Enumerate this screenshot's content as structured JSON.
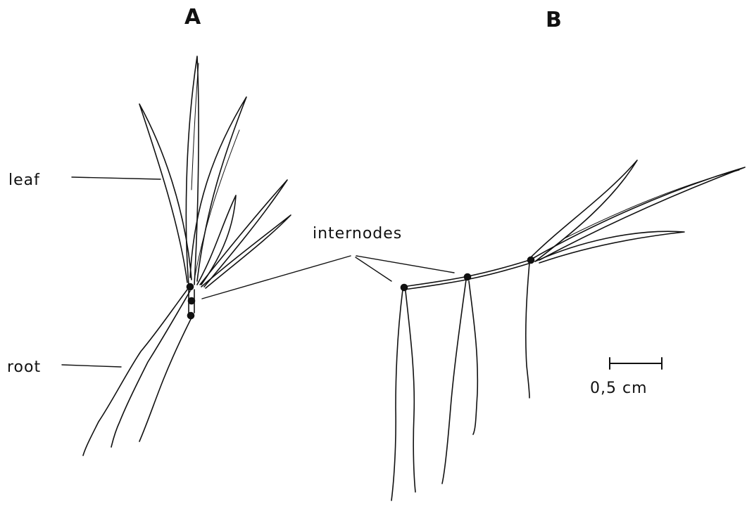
{
  "panels": {
    "a": "A",
    "b": "B"
  },
  "labels": {
    "leaf": "leaf",
    "root": "root",
    "internodes": "internodes"
  },
  "scale_bar": {
    "label": "0,5 cm"
  },
  "colors": {
    "ink": "#111111",
    "background": "#ffffff"
  }
}
